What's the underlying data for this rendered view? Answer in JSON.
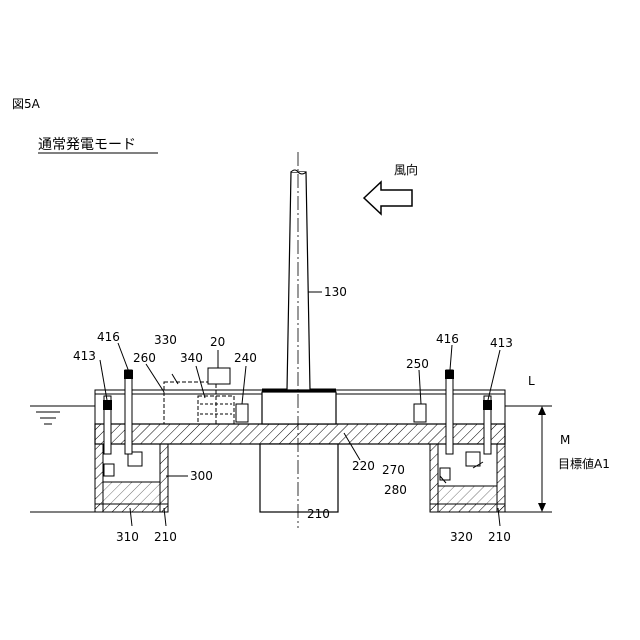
{
  "figure_label": "図5A",
  "mode_title": "通常発電モード",
  "wind_label": "風向",
  "level_label": "L",
  "draft_label": "M",
  "target_label": "目標値A1",
  "labels": {
    "l130": "130",
    "l416a": "416",
    "l413a": "413",
    "l330": "330",
    "l20": "20",
    "l260": "260",
    "l340": "340",
    "l240": "240",
    "l250": "250",
    "l416b": "416",
    "l413b": "413",
    "l220": "220",
    "l300": "300",
    "l270": "270",
    "l280": "280",
    "l310": "310",
    "l210a": "210",
    "l210b": "210",
    "l320": "320",
    "l210c": "210"
  }
}
